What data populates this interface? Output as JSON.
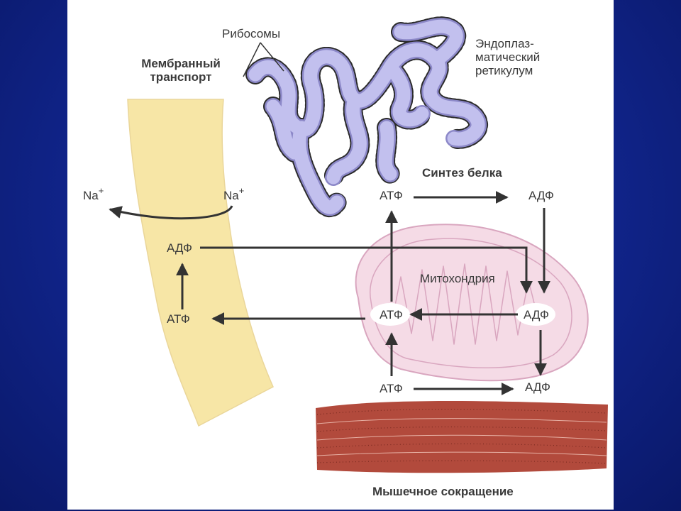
{
  "labels": {
    "ribosomes": "Рибосомы",
    "membrane_transport": "Мембранный\nтранспорт",
    "er": "Эндоплаз-\nматический\nретикулум",
    "protein_synthesis": "Синтез белка",
    "mitochondrion": "Митохондрия",
    "muscle_contraction": "Мышечное сокращение",
    "na_outside": "Na",
    "na_inside": "Na",
    "na_charge": "+",
    "adp_membrane": "АДФ",
    "atp_membrane": "АТФ",
    "atp_synthesis": "АТФ",
    "adp_synthesis": "АДФ",
    "atp_mito": "АТФ",
    "adp_mito": "АДФ",
    "atp_muscle": "АТФ",
    "adp_muscle": "АДФ"
  },
  "colors": {
    "background": "#1430a0",
    "slide": "#ffffff",
    "membrane": "#f7e6a6",
    "er": "#b8b6e6",
    "mitochondrion": "#ecc6d6",
    "muscle": "#b24a3c",
    "arrow": "#333333",
    "text": "#3a3a3a"
  }
}
